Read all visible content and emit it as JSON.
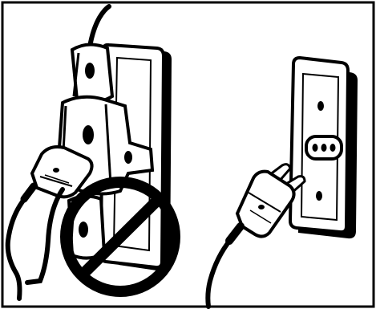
{
  "illustration": {
    "panels": [
      {
        "key": "left",
        "depicts": "overloaded-wall-outlet",
        "status": "prohibited",
        "icon": "prohibition-sign-icon"
      },
      {
        "key": "right",
        "depicts": "plug-into-wall-outlet",
        "status": "correct"
      }
    ]
  },
  "colors": {
    "ink": "#000000",
    "paper": "#ffffff"
  }
}
